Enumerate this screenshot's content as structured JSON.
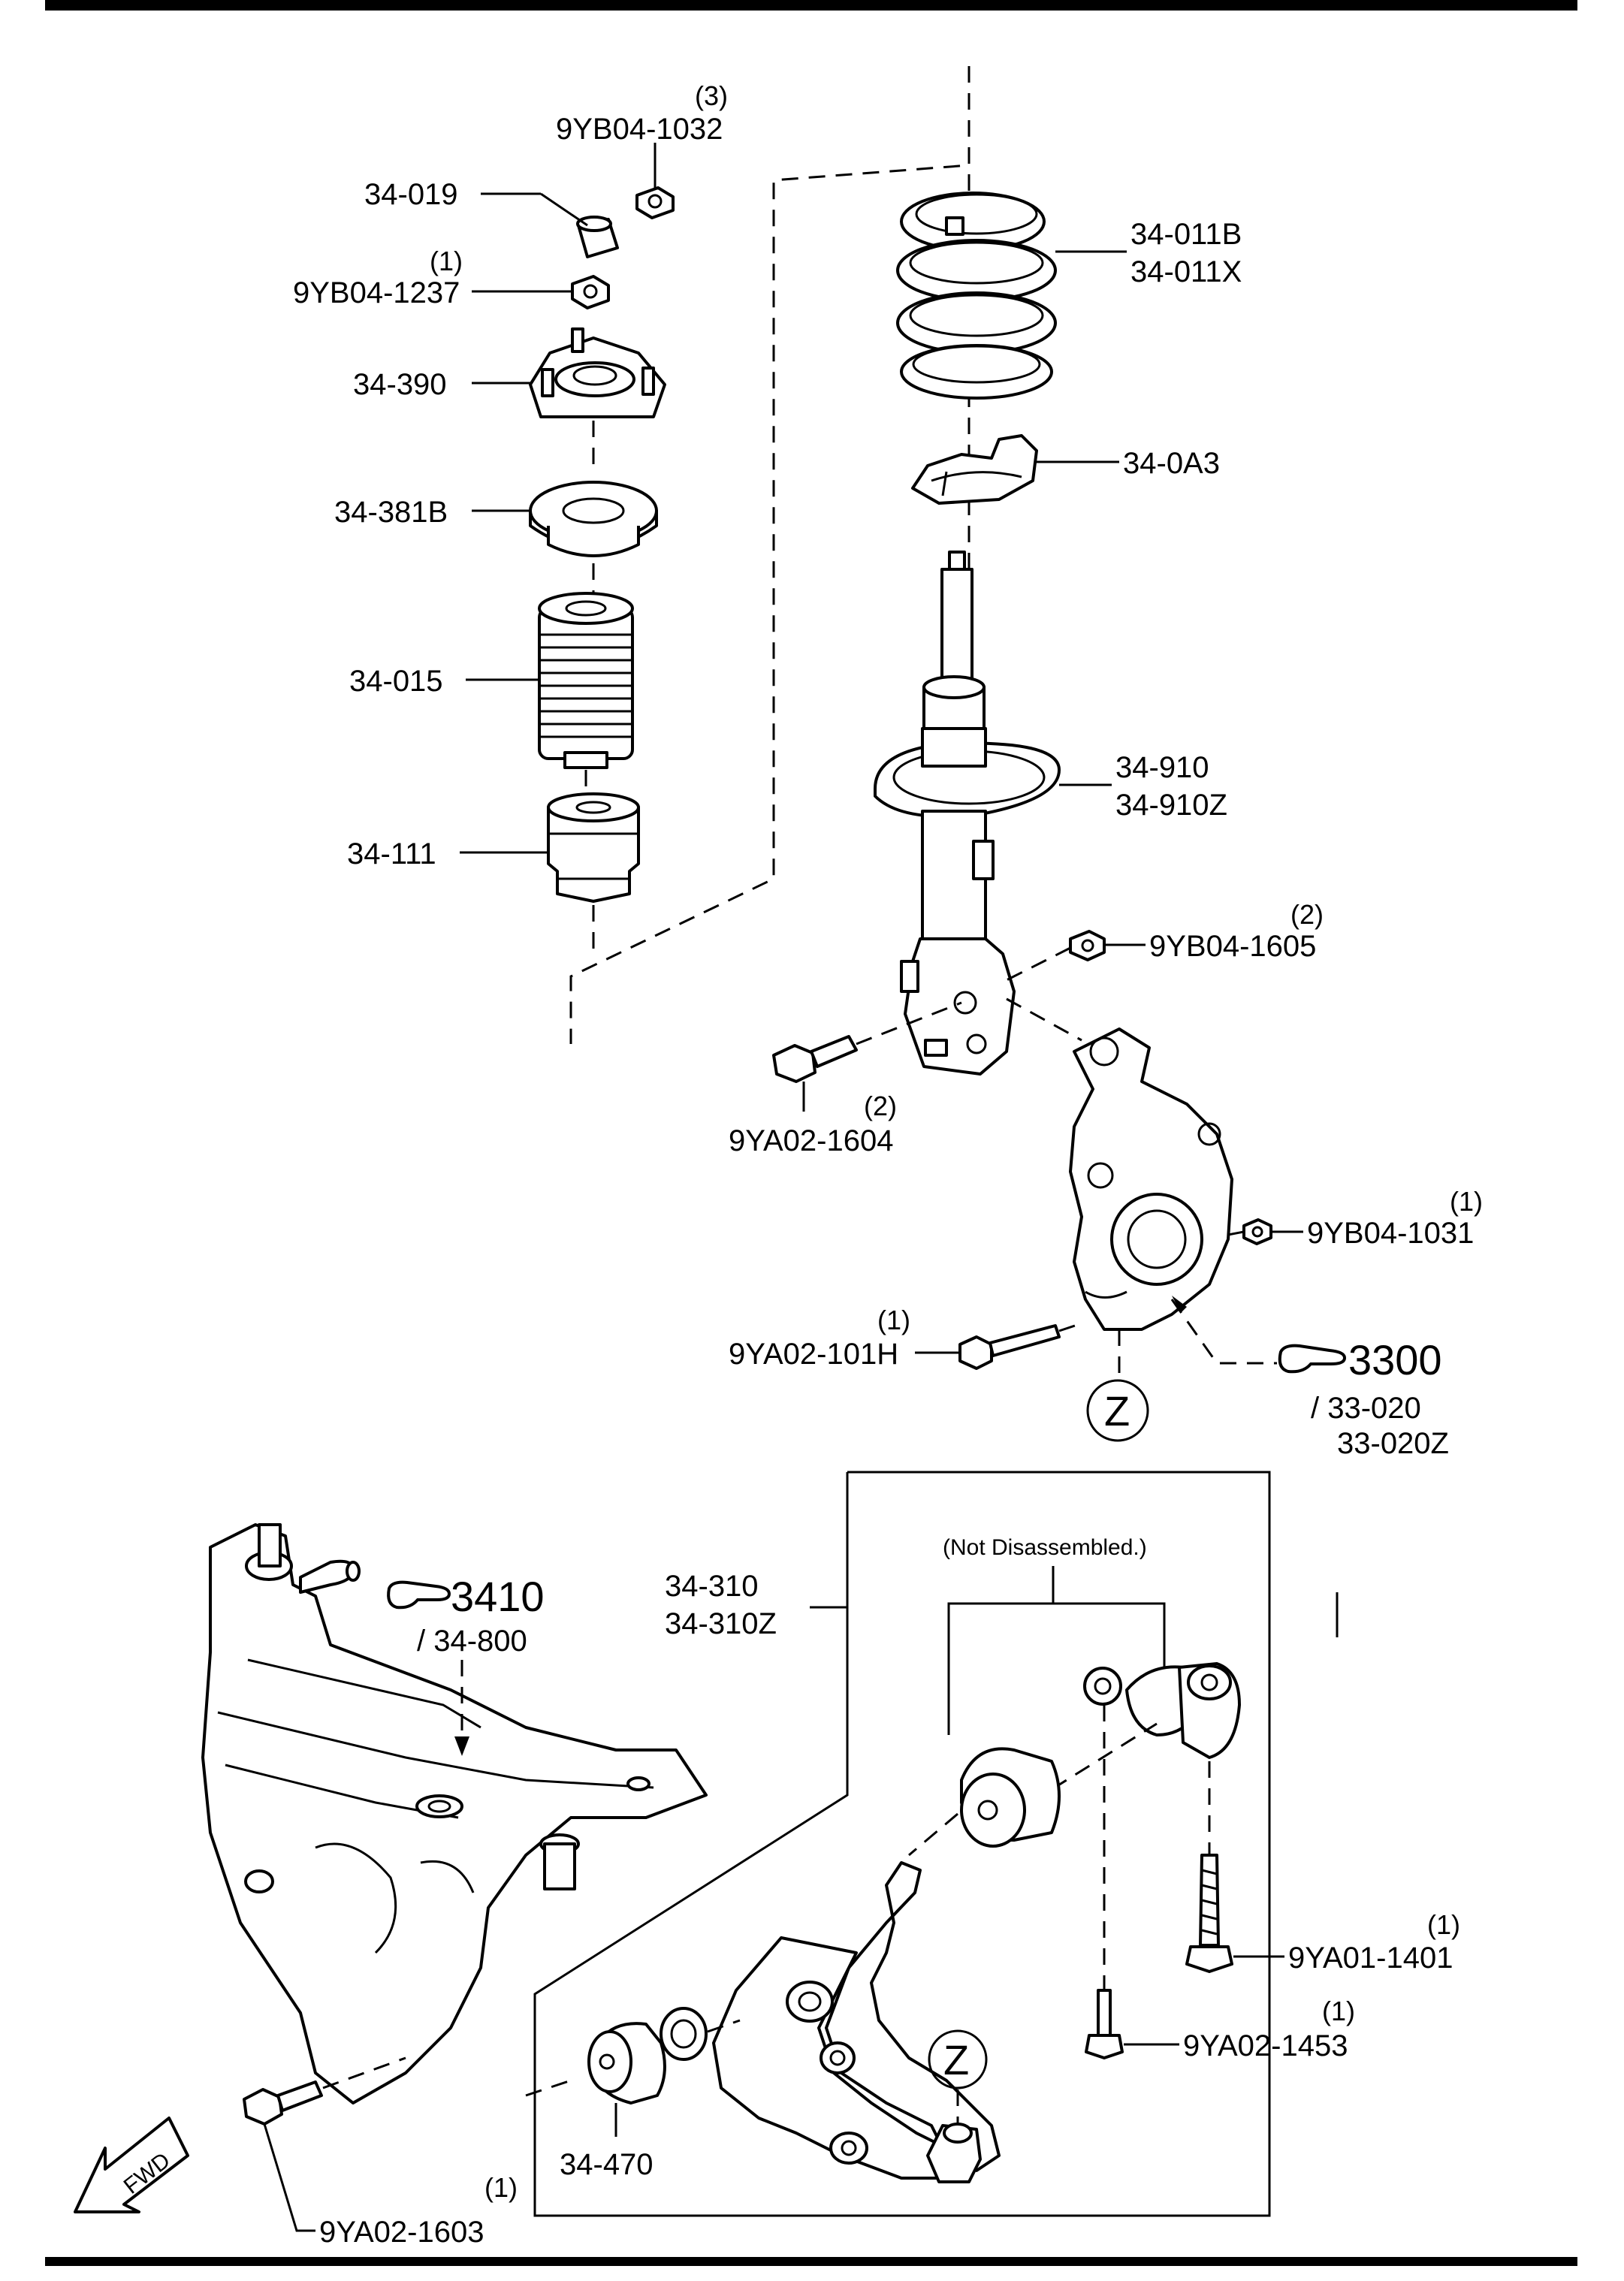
{
  "parts": {
    "p_9yb04_1032": {
      "code": "9YB04-1032",
      "qty": "(3)"
    },
    "p_34_019": {
      "code": "34-019"
    },
    "p_9yb04_1237": {
      "code": "9YB04-1237",
      "qty": "(1)"
    },
    "p_34_390": {
      "code": "34-390"
    },
    "p_34_381b": {
      "code": "34-381B"
    },
    "p_34_015": {
      "code": "34-015"
    },
    "p_34_111": {
      "code": "34-111"
    },
    "p_34_011": {
      "code": "34-011B",
      "alt": "34-011X"
    },
    "p_34_0a3": {
      "code": "34-0A3"
    },
    "p_34_910": {
      "code": "34-910",
      "alt": "34-910Z"
    },
    "p_9yb04_1605": {
      "code": "9YB04-1605",
      "qty": "(2)"
    },
    "p_9ya02_1604": {
      "code": "9YA02-1604",
      "qty": "(2)"
    },
    "p_9yb04_1031": {
      "code": "9YB04-1031",
      "qty": "(1)"
    },
    "p_9ya02_101h": {
      "code": "9YA02-101H",
      "qty": "(1)"
    },
    "p_3300": {
      "code": "3300",
      "sub1": "/ 33-020",
      "sub2": "33-020Z"
    },
    "z_marker": "Z",
    "p_3410": {
      "code": "3410",
      "sub1": "/ 34-800"
    },
    "p_34_310": {
      "code": "34-310",
      "alt": "34-310Z"
    },
    "not_disassembled": "(Not Disassembled.)",
    "p_9ya01_1401": {
      "code": "9YA01-1401",
      "qty": "(1)"
    },
    "p_9ya02_1453": {
      "code": "9YA02-1453",
      "qty": "(1)"
    },
    "p_34_470": {
      "code": "34-470"
    },
    "p_9ya02_1603": {
      "code": "9YA02-1603",
      "qty": "(1)"
    },
    "fwd": "FWD"
  },
  "icons": {
    "reference": "pointing-hand-icon",
    "direction": "fwd-arrow-icon"
  }
}
